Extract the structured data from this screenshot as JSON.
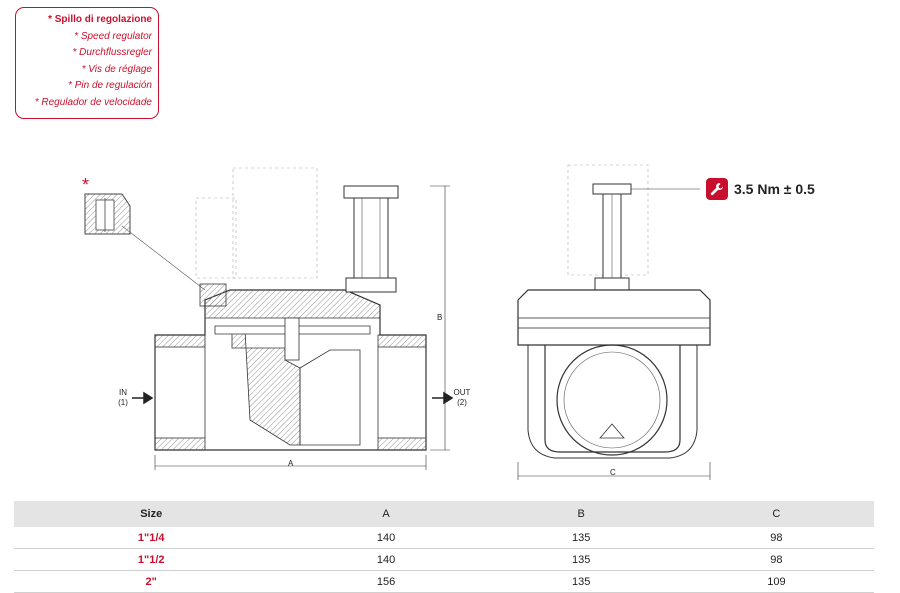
{
  "legend": {
    "lines": [
      "* Spillo di regolazione",
      "* Speed regulator",
      "* Durchflussregler",
      "* Vis de réglage",
      "* Pin de regulación",
      "* Regulador de velocidade"
    ]
  },
  "detail_marker": "*",
  "torque": {
    "value": "3.5 Nm ± 0.5",
    "icon": "wrench-icon"
  },
  "dimensions": {
    "a": "A",
    "b": "B",
    "c": "C"
  },
  "ports": {
    "in": {
      "label": "IN",
      "number": "(1)"
    },
    "out": {
      "label": "OUT",
      "number": "(2)"
    }
  },
  "colors": {
    "accent": "#c8102e",
    "table_header": "#e4e4e4"
  },
  "table": {
    "headers": [
      "Size",
      "A",
      "B",
      "C"
    ],
    "rows": [
      [
        "1\"1/4",
        "140",
        "135",
        "98"
      ],
      [
        "1\"1/2",
        "140",
        "135",
        "98"
      ],
      [
        "2\"",
        "156",
        "135",
        "109"
      ]
    ]
  }
}
